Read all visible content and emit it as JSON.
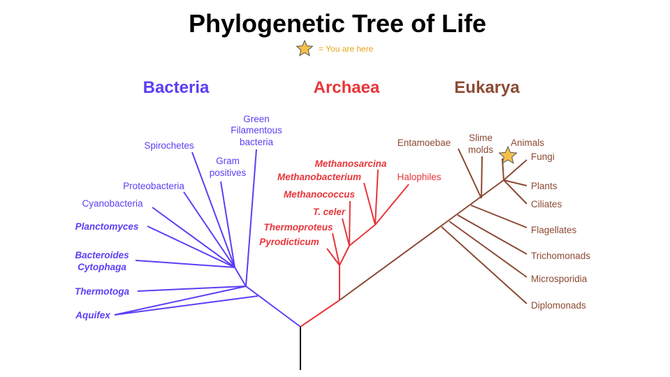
{
  "title": "Phylogenetic Tree of Life",
  "legend": {
    "icon": "star-icon",
    "text": "= You are here"
  },
  "colors": {
    "bacteria": "#5a3ff5",
    "archaea": "#e8363a",
    "eukarya": "#8b4a33",
    "trunk": "#000000",
    "legend_text": "#e8a317",
    "star_fill": "#f5c04a",
    "star_stroke": "#555555"
  },
  "domains": {
    "bacteria": "Bacteria",
    "archaea": "Archaea",
    "eukarya": "Eukarya"
  },
  "bacteria": {
    "green_filamentous": [
      "Green",
      "Filamentous",
      "bacteria"
    ],
    "spirochetes": "Spirochetes",
    "gram_positives": [
      "Gram",
      "positives"
    ],
    "proteobacteria": "Proteobacteria",
    "cyanobacteria": "Cyanobacteria",
    "planctomyces": "Planctomyces",
    "bacteroides": [
      "Bacteroides",
      "Cytophaga"
    ],
    "thermotoga": "Thermotoga",
    "aquifex": "Aquifex"
  },
  "archaea": {
    "methanosarcina": "Methanosarcina",
    "methanobacterium": "Methanobacterium",
    "halophiles": "Halophiles",
    "methanococcus": "Methanococcus",
    "t_celer": "T. celer",
    "thermoproteus": "Thermoproteus",
    "pyrodicticum": "Pyrodicticum"
  },
  "eukarya": {
    "entamoebae": "Entamoebae",
    "slime_molds": [
      "Slime",
      "molds"
    ],
    "animals": "Animals",
    "fungi": "Fungi",
    "plants": "Plants",
    "ciliates": "Ciliates",
    "flagellates": "Flagellates",
    "trichomonads": "Trichomonads",
    "microsporidia": "Microsporidia",
    "diplomonads": "Diplomonads"
  }
}
